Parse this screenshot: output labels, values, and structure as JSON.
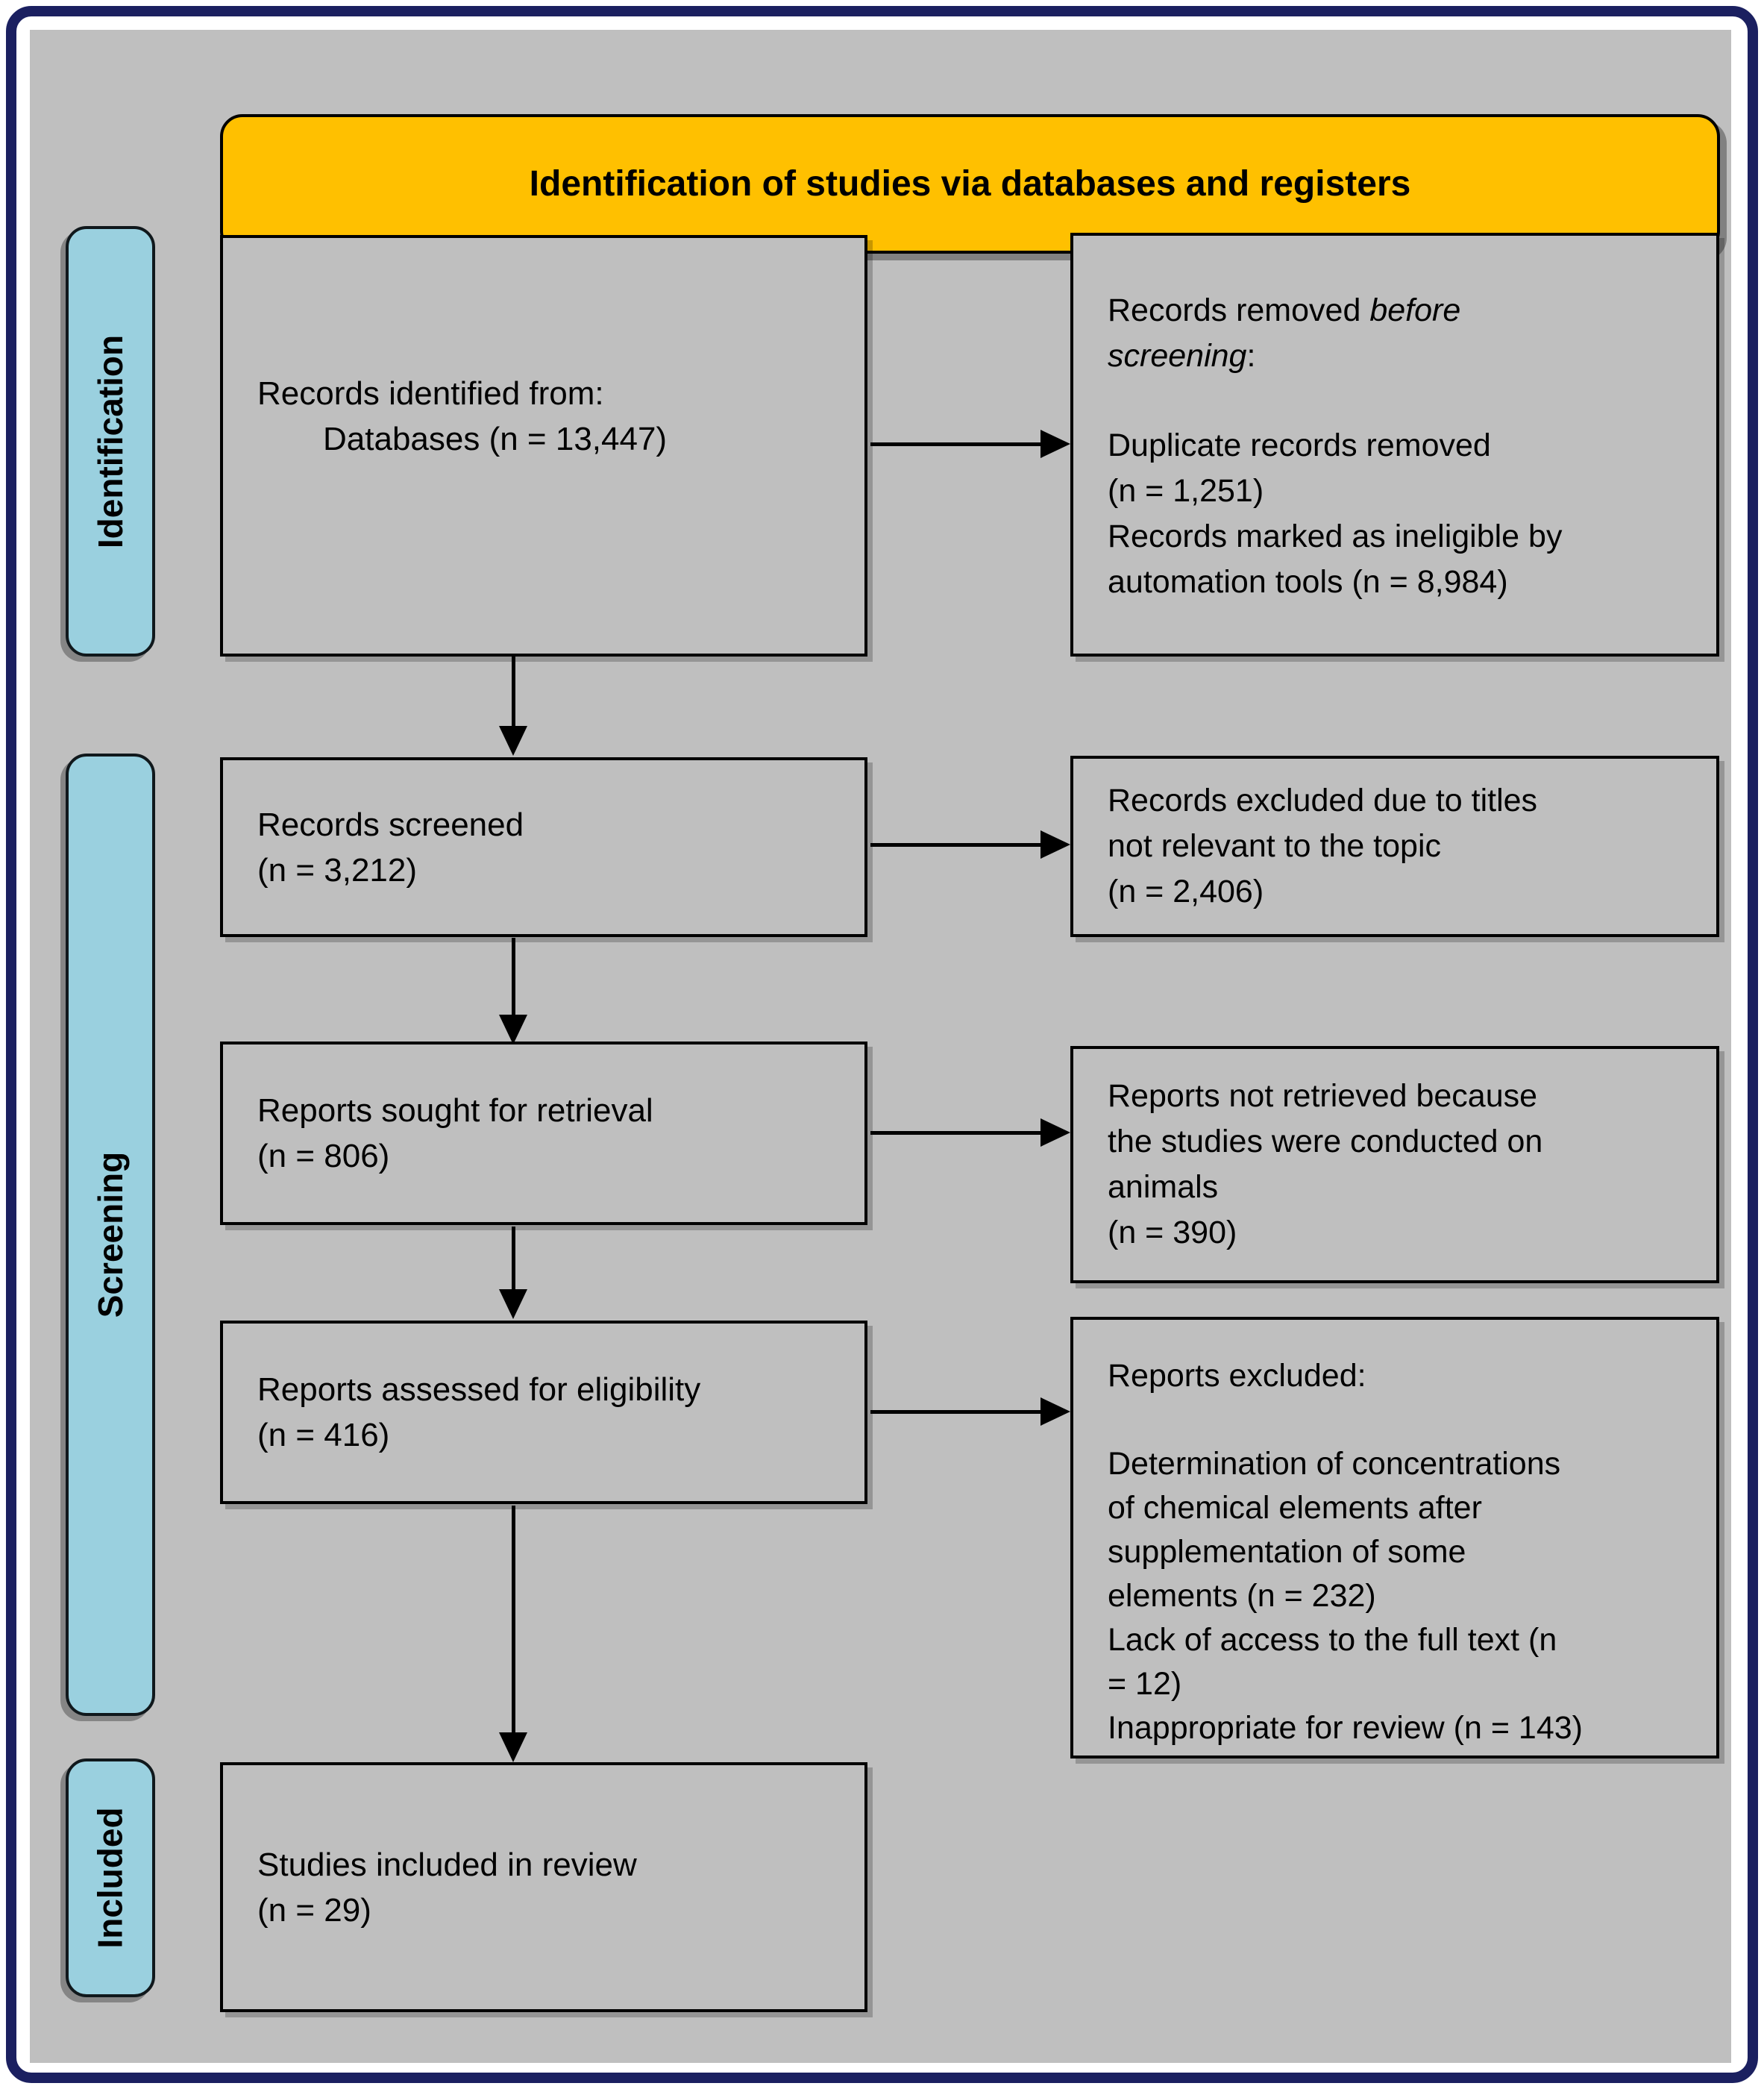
{
  "colors": {
    "frame": "#1b2060",
    "panel_bg": "#bfbfbf",
    "banner_bg": "#ffc000",
    "stage_bg": "#9ad0df",
    "box_border": "#000000",
    "text": "#000000"
  },
  "banner": {
    "label": "Identification of studies via databases and registers"
  },
  "stages": {
    "identification": "Identification",
    "screening": "Screening",
    "included": "Included"
  },
  "flow": {
    "identified": {
      "lines": [
        "Records identified from:",
        "Databases (n = 13,447)"
      ]
    },
    "screened": {
      "lines": [
        "Records screened",
        "(n = 3,212)"
      ]
    },
    "sought": {
      "lines": [
        "Reports sought for retrieval",
        "(n = 806)"
      ]
    },
    "assessed": {
      "lines": [
        "Reports assessed for eligibility",
        "(n = 416)"
      ]
    },
    "included": {
      "lines": [
        "Studies included in review",
        "(n = 29)"
      ]
    }
  },
  "exclusions": {
    "removed": {
      "line1_normal": "Records removed ",
      "line1_italic": "before",
      "line2_italic": "screening",
      "line2_normal": ":",
      "lines": [
        "Duplicate records removed",
        "(n = 1,251)",
        "Records marked as ineligible by",
        "automation tools (n = 8,984)"
      ]
    },
    "titles_excluded": {
      "lines": [
        "Records excluded due to titles",
        "not relevant to the topic",
        "(n = 2,406)"
      ]
    },
    "not_retrieved": {
      "lines": [
        "Reports not retrieved because",
        "the studies were conducted on",
        "animals",
        "(n = 390)"
      ]
    },
    "reports_excluded": {
      "title": "Reports excluded:",
      "lines": [
        "Determination of concentrations",
        "of chemical elements after",
        "supplementation of some",
        "elements (n = 232)",
        "Lack of access to the full text (n",
        "= 12)",
        "Inappropriate for review (n = 143)"
      ]
    }
  }
}
